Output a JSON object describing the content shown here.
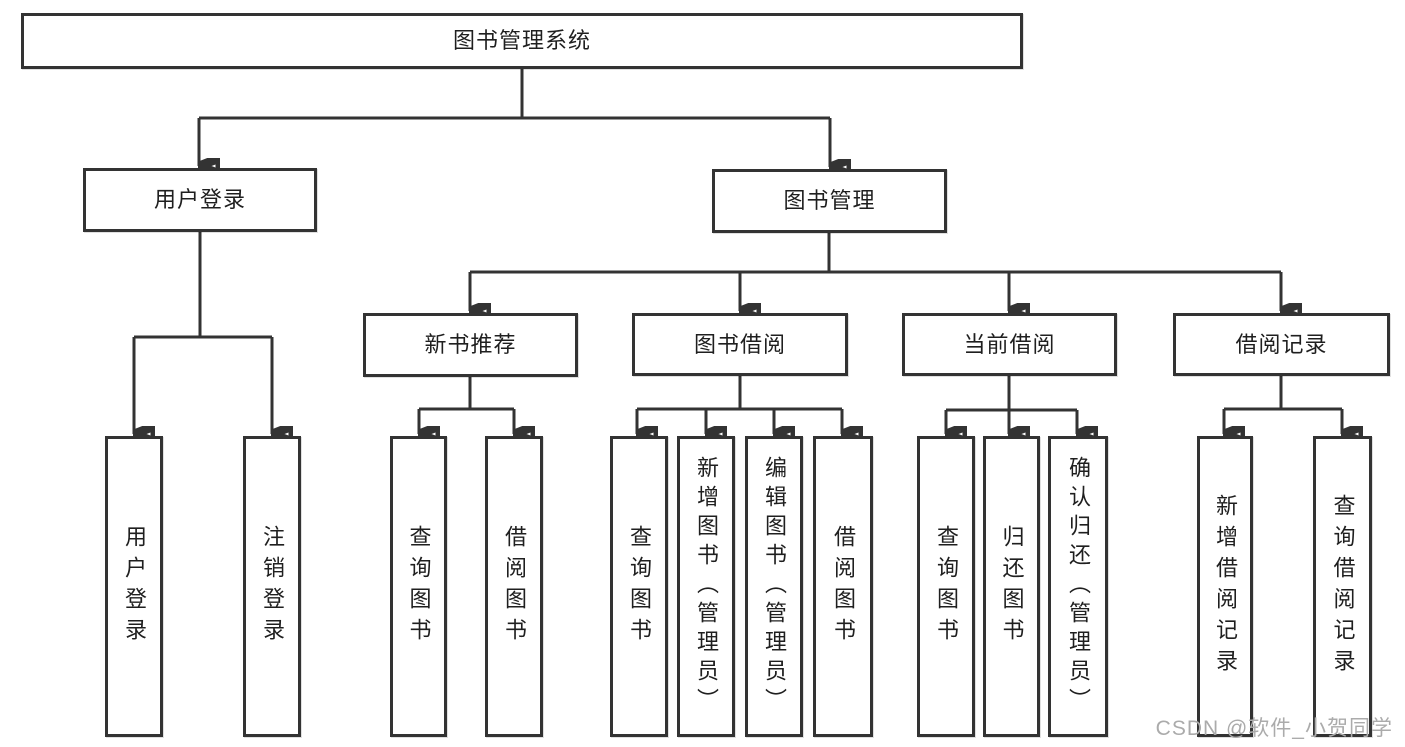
{
  "diagram_title": "图书管理系统",
  "tree": {
    "label": "图书管理系统",
    "children": [
      {
        "label": "用户登录",
        "children": [
          {
            "label": "用户登录"
          },
          {
            "label": "注销登录"
          }
        ]
      },
      {
        "label": "图书管理",
        "children": [
          {
            "label": "新书推荐",
            "children": [
              {
                "label": "查询图书"
              },
              {
                "label": "借阅图书"
              }
            ]
          },
          {
            "label": "图书借阅",
            "children": [
              {
                "label": "查询图书"
              },
              {
                "label": "新增图书（管理员）"
              },
              {
                "label": "编辑图书（管理员）"
              },
              {
                "label": "借阅图书"
              }
            ]
          },
          {
            "label": "当前借阅",
            "children": [
              {
                "label": "查询图书"
              },
              {
                "label": "归还图书"
              },
              {
                "label": "确认归还（管理员）"
              }
            ]
          },
          {
            "label": "借阅记录",
            "children": [
              {
                "label": "新增借阅记录"
              },
              {
                "label": "查询借阅记录"
              }
            ]
          }
        ]
      }
    ]
  },
  "watermark": "CSDN @软件_小贺同学",
  "colors": {
    "line": "#333333",
    "box_border": "#333333",
    "box_fill": "#ffffff",
    "text": "#1f1f1f",
    "background": "#ffffff",
    "watermark": "#ababab"
  }
}
